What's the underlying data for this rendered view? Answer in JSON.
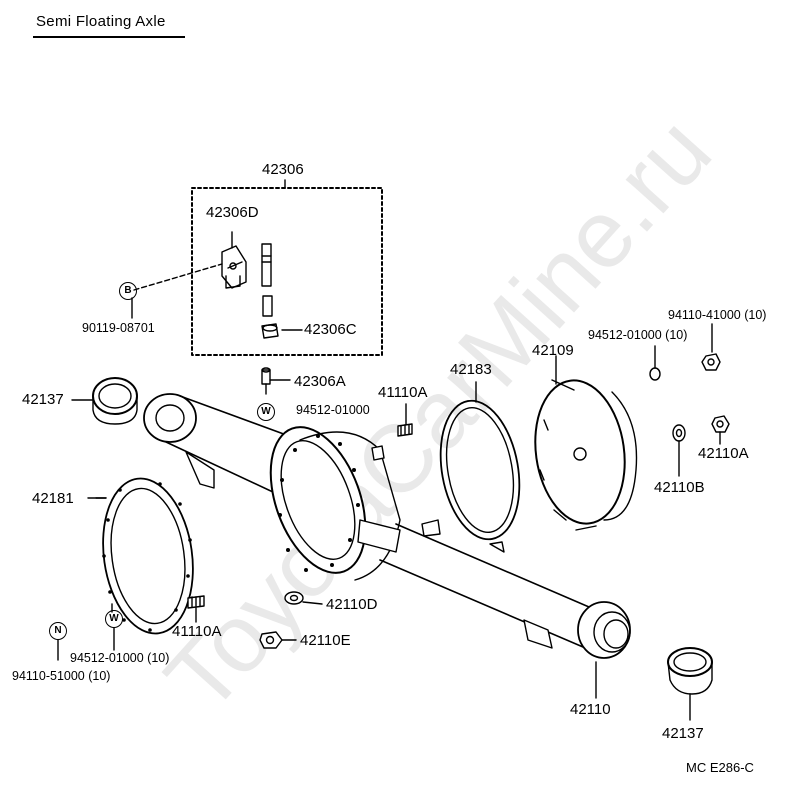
{
  "title": "Semi Floating Axle",
  "watermark": "ToyotaCarMine.ru",
  "figure_code": "MC  E286-C",
  "symbols": {
    "b": "B",
    "w1": "W",
    "w2": "W",
    "n": "N"
  },
  "labels": {
    "p42306": "42306",
    "p42306d": "42306D",
    "p90119": "90119-08701",
    "p42306c": "42306C",
    "p42306a": "42306A",
    "p94512a": "94512-01000",
    "p41110a_top": "41110A",
    "p42183": "42183",
    "p42109": "42109",
    "p94512b": "94512-01000 (10)",
    "p94110a": "94110-41000 (10)",
    "p42110a": "42110A",
    "p42110b": "42110B",
    "p42137_left": "42137",
    "p42181": "42181",
    "p41110a_bot": "41110A",
    "p42110d": "42110D",
    "p42110e": "42110E",
    "p94512c": "94512-01000 (10)",
    "p94110b": "94110-51000 (10)",
    "p42110": "42110",
    "p42137_right": "42137"
  }
}
